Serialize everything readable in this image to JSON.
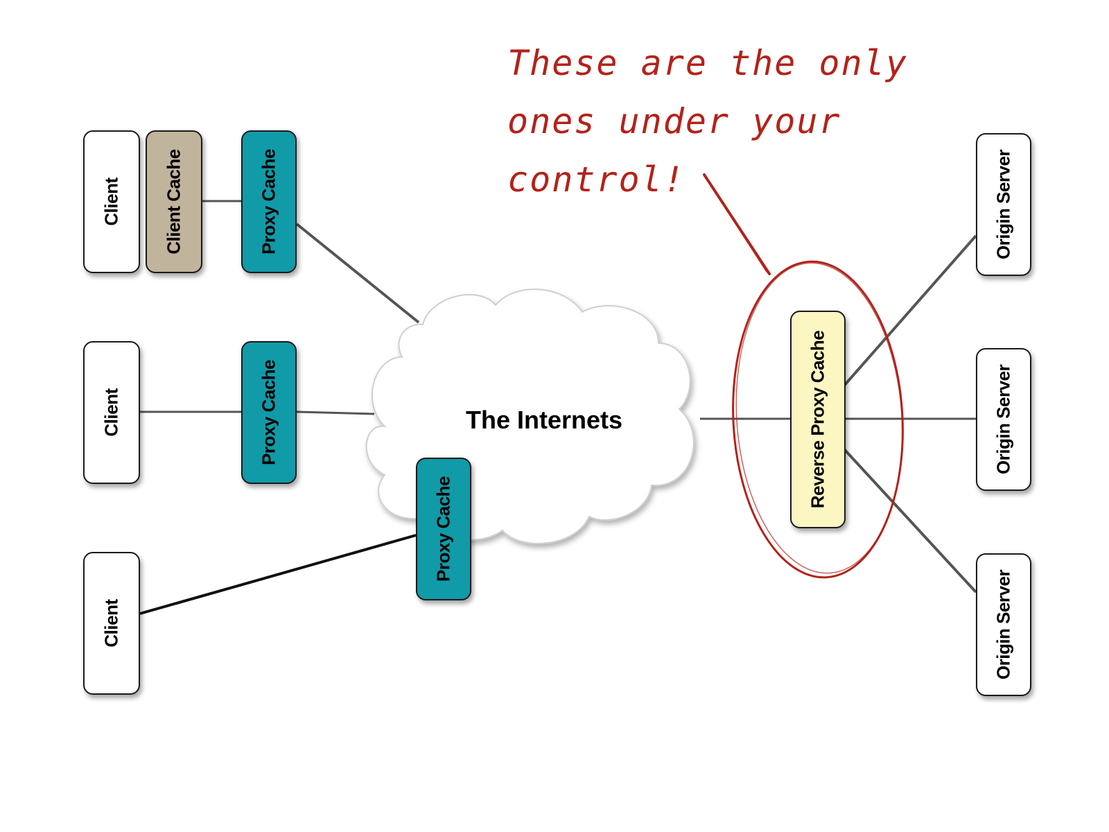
{
  "clients": [
    {
      "label": "Client"
    },
    {
      "label": "Client"
    },
    {
      "label": "Client"
    }
  ],
  "client_cache": {
    "label": "Client Cache"
  },
  "proxy_caches": [
    {
      "label": "Proxy Cache"
    },
    {
      "label": "Proxy Cache"
    },
    {
      "label": "Proxy Cache"
    }
  ],
  "cloud": {
    "label": "The Internets"
  },
  "reverse_proxy": {
    "label": "Reverse Proxy Cache"
  },
  "origin_servers": [
    {
      "label": "Origin Server"
    },
    {
      "label": "Origin Server"
    },
    {
      "label": "Origin Server"
    }
  ],
  "annotation": {
    "lines": [
      "These are the only",
      "ones under your",
      "control!"
    ]
  },
  "colors": {
    "client": "#ffffff",
    "client_cache": "#c0b49c",
    "proxy_cache": "#119aa8",
    "reverse_proxy": "#fbf6c2",
    "origin_server": "#ffffff",
    "annotation": "#b3221a"
  }
}
